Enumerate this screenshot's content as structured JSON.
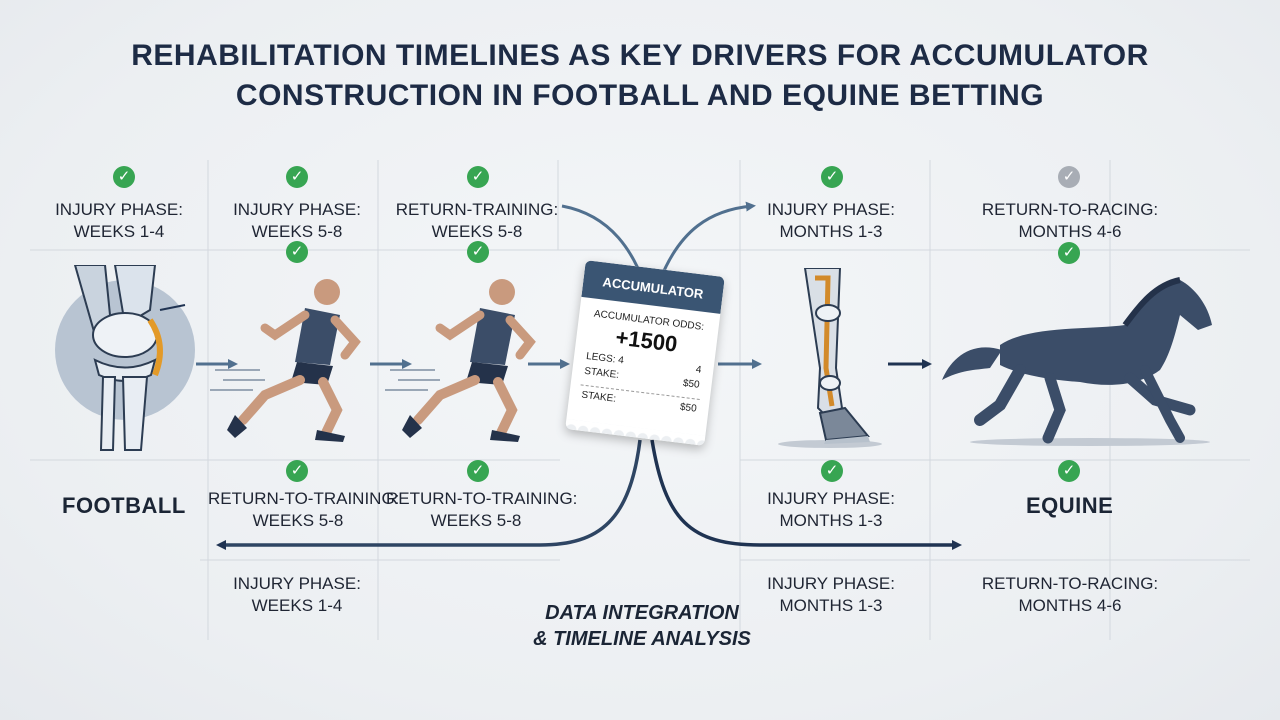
{
  "title": {
    "line1": "REHABILITATION TIMELINES AS KEY DRIVERS FOR ACCUMULATOR",
    "line2": "CONSTRUCTION IN FOOTBALL AND EQUINE BETTING"
  },
  "football": {
    "label": "FOOTBALL",
    "top_labels": [
      {
        "line1": "INJURY PHASE:",
        "line2": "WEEKS 1-4"
      },
      {
        "line1": "INJURY PHASE:",
        "line2": "WEEKS 5-8"
      },
      {
        "line1": "RETURN-TRAINING:",
        "line2": "WEEKS 5-8"
      }
    ],
    "mid_labels": [
      {
        "line1": "RETURN-TO-TRAINING:",
        "line2": "WEEKS 5-8"
      },
      {
        "line1": "RETURN-TO-TRAINING:",
        "line2": "WEEKS 5-8"
      }
    ],
    "bottom_label": {
      "line1": "INJURY PHASE:",
      "line2": "WEEKS 1-4"
    }
  },
  "equine": {
    "label": "EQUINE",
    "top_labels": [
      {
        "line1": "INJURY PHASE:",
        "line2": "MONTHS 1-3"
      },
      {
        "line1": "RETURN-TO-RACING:",
        "line2": "MONTHS 4-6"
      }
    ],
    "mid_label": {
      "line1": "INJURY PHASE:",
      "line2": "MONTHS 1-3"
    },
    "bottom_labels": [
      {
        "line1": "INJURY PHASE:",
        "line2": "MONTHS 1-3"
      },
      {
        "line1": "RETURN-TO-RACING:",
        "line2": "MONTHS 4-6"
      }
    ]
  },
  "ticket": {
    "header": "ACCUMULATOR",
    "odds_label": "ACCUMULATOR ODDS:",
    "odds": "+1500",
    "legs_label": "LEGS: 4",
    "legs_value": "4",
    "stake_label": "STAKE:",
    "stake_value": "$50",
    "stake2_label": "STAKE:",
    "stake2_value": "$50"
  },
  "analysis": {
    "line1": "DATA INTEGRATION",
    "line2": "& TIMELINE ANALYSIS"
  },
  "colors": {
    "check": "#37a552",
    "check_grey": "#a8adb5",
    "arrow_dark": "#1f3352",
    "arrow_steel": "#51708f",
    "figure": "#3b4d68"
  },
  "icons": [
    "check-icon",
    "knee-joint-icon",
    "runner-icon",
    "horse-leg-icon",
    "horse-icon",
    "arrow-icon"
  ]
}
